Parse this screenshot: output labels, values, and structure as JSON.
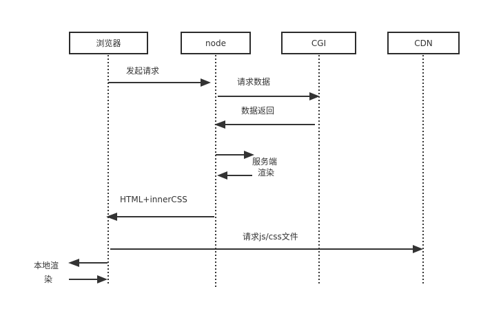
{
  "diagram": {
    "type": "sequence",
    "actors": [
      {
        "id": "browser",
        "label": "浏览器"
      },
      {
        "id": "node",
        "label": "node"
      },
      {
        "id": "cgi",
        "label": "CGI"
      },
      {
        "id": "cdn",
        "label": "CDN"
      }
    ],
    "messages": [
      {
        "id": "m1",
        "from": "browser",
        "to": "node",
        "label": "发起请求"
      },
      {
        "id": "m2",
        "from": "node",
        "to": "cgi",
        "label": "请求数据"
      },
      {
        "id": "m3",
        "from": "cgi",
        "to": "node",
        "label": "数据返回"
      },
      {
        "id": "m4",
        "from": "node",
        "to": "node",
        "label_lines": [
          "服务端",
          "渲染"
        ]
      },
      {
        "id": "m5",
        "from": "node",
        "to": "browser",
        "label": "HTML+innerCSS"
      },
      {
        "id": "m6",
        "from": "browser",
        "to": "cdn",
        "label": "请求js/css文件"
      },
      {
        "id": "m7",
        "from": "browser",
        "to": "browser",
        "label_lines": [
          "本地渲",
          "染"
        ]
      }
    ]
  },
  "colors": {
    "line": "#333333",
    "box_border": "#2b2b2b",
    "background": "#ffffff"
  }
}
